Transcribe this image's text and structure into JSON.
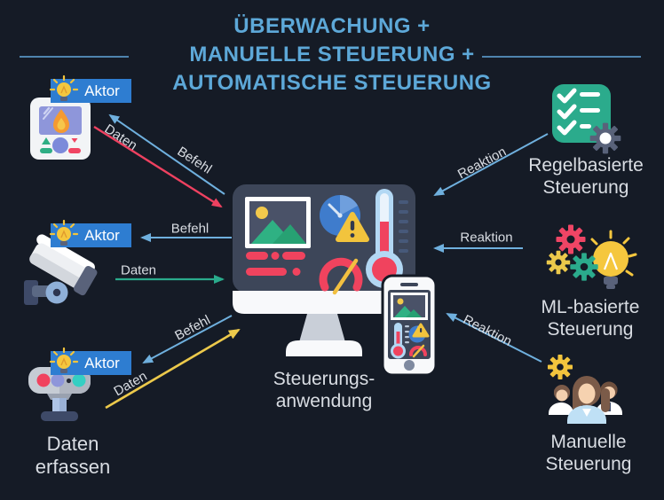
{
  "title": {
    "line1": "ÜBERWACHUNG +",
    "line2": "MANUELLE STEUERUNG +",
    "line3": "AUTOMATISCHE STEUERUNG"
  },
  "actors": {
    "thermostat_label": "Aktor",
    "camera_label": "Aktor",
    "sensor_label": "Aktor"
  },
  "arrow_labels": {
    "daten_thermostat": "Daten",
    "befehl_thermostat": "Befehl",
    "befehl_camera": "Befehl",
    "daten_camera": "Daten",
    "befehl_sensor": "Befehl",
    "daten_sensor": "Daten",
    "reaktion_rule": "Reaktion",
    "reaktion_ml": "Reaktion",
    "reaktion_manual": "Reaktion"
  },
  "captions": {
    "collect": {
      "line1": "Daten",
      "line2": "erfassen"
    },
    "app": {
      "line1": "Steuerungs-",
      "line2": "anwendung"
    },
    "rule": {
      "line1": "Regelbasierte",
      "line2": "Steuerung"
    },
    "ml": {
      "line1": "ML-basierte",
      "line2": "Steuerung"
    },
    "manual": {
      "line1": "Manuelle",
      "line2": "Steuerung"
    }
  },
  "icons": {
    "thermostat": "thermostat-icon",
    "camera": "cctv-camera-icon",
    "sensor": "motion-sensor-icon",
    "actor_badge": "lightbulb-icon",
    "app": "dashboard-monitor-icon",
    "app_mobile": "smartphone-dashboard-icon",
    "rule": "checklist-gear-icon",
    "ml": "gears-lightbulb-icon",
    "manual": "team-gear-icon"
  },
  "colors": {
    "background": "#151b26",
    "title": "#5da8d8",
    "actor_label_bg": "#2e7dd1",
    "arrow_red": "#ee4160",
    "arrow_blue": "#6fb0de",
    "arrow_green": "#2aab8c",
    "arrow_yellow": "#ecc94b",
    "label_text": "#d9dde3"
  }
}
